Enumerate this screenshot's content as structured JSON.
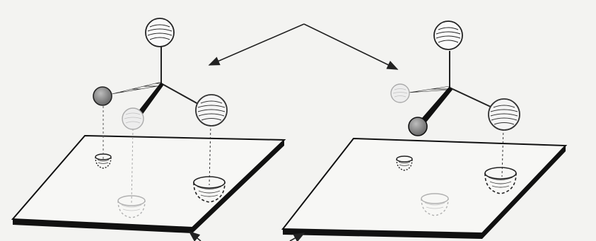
{
  "figure": {
    "description_visible_text": "",
    "panels": [
      {
        "id": "left",
        "atoms": [
          {
            "role": "top",
            "color": "#fafafa",
            "stroke": "#222222"
          },
          {
            "role": "left-dark",
            "color": "#9a9a9a",
            "stroke": "#222222"
          },
          {
            "role": "front-faint",
            "color": "#ececec",
            "stroke": "#aaaaaa"
          },
          {
            "role": "right-large",
            "color": "#f5f5f5",
            "stroke": "#333333"
          }
        ],
        "sites": [
          "small-dark",
          "faint",
          "large"
        ]
      },
      {
        "id": "right",
        "atoms": [
          {
            "role": "top",
            "color": "#fafafa",
            "stroke": "#222222"
          },
          {
            "role": "left-faint",
            "color": "#ececec",
            "stroke": "#aaaaaa"
          },
          {
            "role": "front-dark",
            "color": "#7a7a7a",
            "stroke": "#111111"
          },
          {
            "role": "right-large",
            "color": "#f5f5f5",
            "stroke": "#333333"
          }
        ],
        "sites": [
          "small-dark",
          "faint",
          "large"
        ]
      }
    ],
    "colors": {
      "background": "#f3f3f1",
      "plane_fill": "#f7f7f5",
      "plane_edge": "#111111",
      "line": "#222222",
      "faint": "#b0b0b0"
    }
  }
}
